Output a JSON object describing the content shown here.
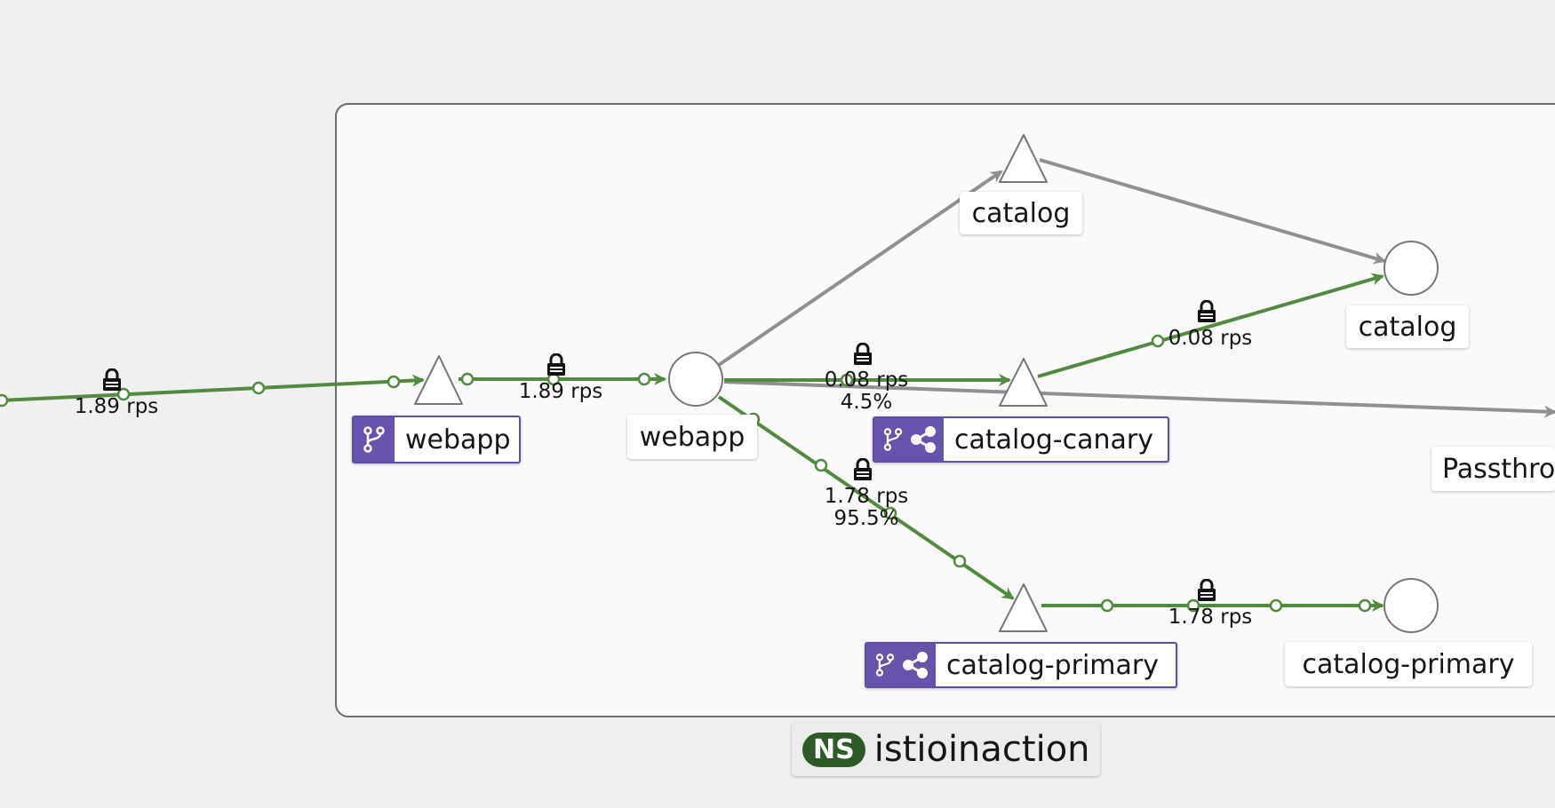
{
  "namespace": {
    "badge": "NS",
    "name": "istioinaction"
  },
  "nodes": {
    "webapp_service": "webapp",
    "webapp_workload": "webapp",
    "catalog_service": "catalog",
    "catalog_workload": "catalog",
    "catalog_canary_service": "catalog-canary",
    "catalog_primary_service": "catalog-primary",
    "catalog_primary_workload": "catalog-primary",
    "passthrough": "Passthro"
  },
  "edges": {
    "ingress_rps": "1.89 rps",
    "webapp_rps": "1.89 rps",
    "canary_rps": "0.08 rps",
    "canary_pct": "4.5%",
    "primary_rps": "1.78 rps",
    "primary_pct": "95.5%",
    "canary_to_catalog_rps": "0.08 rps",
    "primary_to_workload_rps": "1.78 rps"
  },
  "colors": {
    "healthy_edge": "#528a3f",
    "idle_edge": "#8f9092",
    "badge": "#6753ac",
    "ns_badge": "#2d5a27"
  },
  "icons": [
    "lock-icon",
    "virtual-service-icon",
    "share-icon"
  ]
}
